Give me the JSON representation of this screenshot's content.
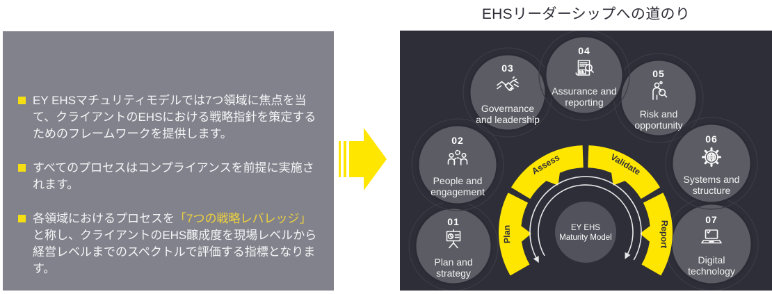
{
  "title": "EHSリーダーシップへの道のり",
  "left_panel": {
    "bullet1": "EY EHSマチュリティモデルでは7つ領域に焦点を当て、クライアントのEHSにおける戦略指針を策定するためのフレームワークを提供します。",
    "bullet2": "すべてのプロセスはコンプライアンスを前提に実施されます。",
    "bullet3_before": "各領域におけるプロセスを",
    "bullet3_highlight": "「7つの戦略レバレッジ」",
    "bullet3_after": "と称し、クライアントのEHS醸成度を現場レベルから経営レベルまでのスペクトルで評価する指標となります。"
  },
  "diagram": {
    "center": {
      "line1": "EY EHS",
      "line2": "Maturity Model"
    },
    "phases": [
      {
        "label": "Plan"
      },
      {
        "label": "Assess"
      },
      {
        "label": "Validate"
      },
      {
        "label": "Report"
      }
    ],
    "nodes": [
      {
        "number": "01",
        "line1": "Plan and",
        "line2": "strategy",
        "icon": "plan-strategy-icon"
      },
      {
        "number": "02",
        "line1": "People and",
        "line2": "engagement",
        "icon": "people-engagement-icon"
      },
      {
        "number": "03",
        "line1": "Governance",
        "line2": "and leadership",
        "icon": "handshake-icon"
      },
      {
        "number": "04",
        "line1": "Assurance and",
        "line2": "reporting",
        "icon": "report-magnifier-icon"
      },
      {
        "number": "05",
        "line1": "Risk and",
        "line2": "opportunity",
        "icon": "person-magnifier-icon"
      },
      {
        "number": "06",
        "line1": "Systems and",
        "line2": "structure",
        "icon": "gear-globe-icon"
      },
      {
        "number": "07",
        "line1": "Digital",
        "line2": "technology",
        "icon": "laptop-icon"
      }
    ],
    "colors": {
      "accent_yellow": "#ffe600",
      "bullet_yellow": "#f5df12",
      "highlight_yellow": "#eed23c",
      "panel_bg": "#2e2e38",
      "box_bg": "#82828c",
      "node_gray": "#5c5c65",
      "center_gray": "#52525c"
    }
  }
}
